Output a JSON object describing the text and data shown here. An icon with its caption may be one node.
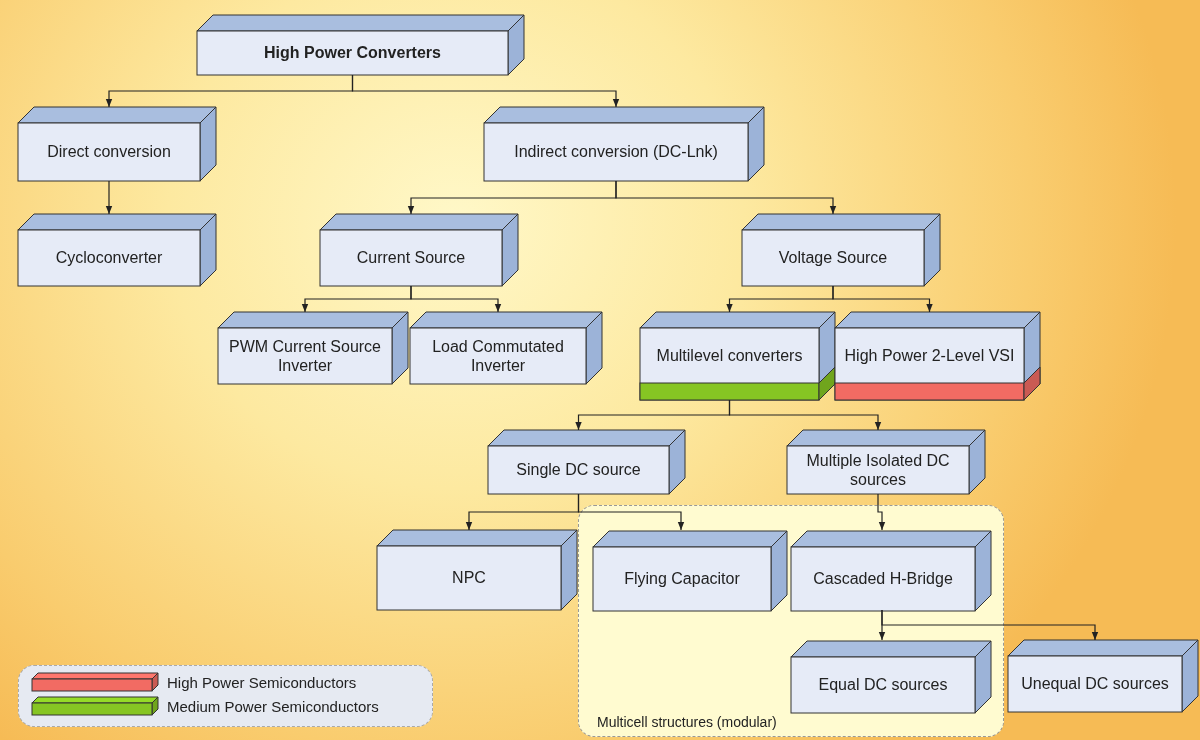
{
  "diagram": {
    "nodes": [
      {
        "text": [
          "High Power Converters"
        ]
      },
      {
        "text": [
          "Direct conversion"
        ]
      },
      {
        "text": [
          "Indirect conversion (DC-Lnk)"
        ]
      },
      {
        "text": [
          "Cycloconverter"
        ]
      },
      {
        "text": [
          "Current Source"
        ]
      },
      {
        "text": [
          "Voltage Source"
        ]
      },
      {
        "text": [
          "PWM Current Source Inverter"
        ]
      },
      {
        "text": [
          "Load Commutated Inverter"
        ]
      },
      {
        "text": [
          "Multilevel converters"
        ]
      },
      {
        "text": [
          "High Power 2-Level VSI"
        ]
      },
      {
        "text": [
          "Single DC source"
        ]
      },
      {
        "text": [
          "Multiple Isolated DC sources"
        ]
      },
      {
        "text": [
          "NPC"
        ]
      },
      {
        "text": [
          "Multicell structures (modular)"
        ]
      },
      {
        "text": [
          "Flying Capacitor"
        ],
        "in": 13
      },
      {
        "text": [
          "Cascaded H-Bridge"
        ],
        "in": 13
      },
      {
        "text": [
          "Equal DC sources"
        ],
        "in": 13
      },
      {
        "text": [
          "Unequal DC sources"
        ]
      }
    ],
    "edges": [
      {
        "from": 0,
        "to": 1,
        "arrow": "to"
      },
      {
        "from": 0,
        "to": 2,
        "arrow": "to"
      },
      {
        "from": 1,
        "to": 3,
        "arrow": "to"
      },
      {
        "from": 2,
        "to": 4,
        "arrow": "to"
      },
      {
        "from": 2,
        "to": 5,
        "arrow": "to"
      },
      {
        "from": 4,
        "to": 6,
        "arrow": "to"
      },
      {
        "from": 4,
        "to": 7,
        "arrow": "to"
      },
      {
        "from": 5,
        "to": 8,
        "arrow": "to"
      },
      {
        "from": 5,
        "to": 9,
        "arrow": "to"
      },
      {
        "from": 8,
        "to": 10,
        "arrow": "to"
      },
      {
        "from": 8,
        "to": 11,
        "arrow": "to"
      },
      {
        "from": 10,
        "to": 12,
        "arrow": "to"
      },
      {
        "from": 10,
        "to": 14,
        "arrow": "to"
      },
      {
        "from": 11,
        "to": 15,
        "arrow": "to"
      },
      {
        "from": 15,
        "to": 16,
        "arrow": "to"
      },
      {
        "from": 15,
        "to": 17,
        "arrow": "to"
      }
    ],
    "legend": [
      {
        "text": "High Power Semiconductors",
        "color": "#f26b63"
      },
      {
        "text": "Medium Power Semiconductors",
        "color": "#86c523"
      }
    ]
  }
}
